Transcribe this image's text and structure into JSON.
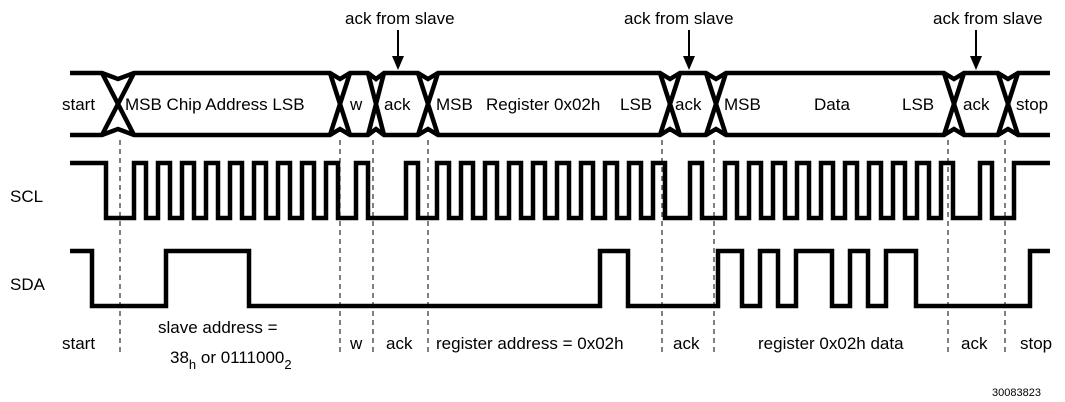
{
  "annotations": {
    "ack_from_slave": [
      "ack from slave",
      "ack from slave",
      "ack from slave"
    ]
  },
  "frame_fields": {
    "start": "start",
    "chip_address": "MSB Chip Address LSB",
    "write": "w",
    "ack1": "ack",
    "register_msb": "MSB",
    "register_mid": "Register 0x02h",
    "register_lsb": "LSB",
    "ack2": "ack",
    "data_msb": "MSB",
    "data_mid": "Data",
    "data_lsb": "LSB",
    "ack3": "ack",
    "stop": "stop"
  },
  "signals": {
    "scl": "SCL",
    "sda": "SDA"
  },
  "phases": {
    "start": "start",
    "slave_address_line1": "slave address =",
    "slave_address_value_a": "38",
    "slave_address_sub_a": "h",
    "slave_address_or": " or 0111000",
    "slave_address_sub_b": "2",
    "write": "w",
    "ack1": "ack",
    "register_address": "register address = 0x02h",
    "ack2": "ack",
    "register_data": "register 0x02h data",
    "ack3": "ack",
    "stop": "stop"
  },
  "figure_id": "30083823"
}
